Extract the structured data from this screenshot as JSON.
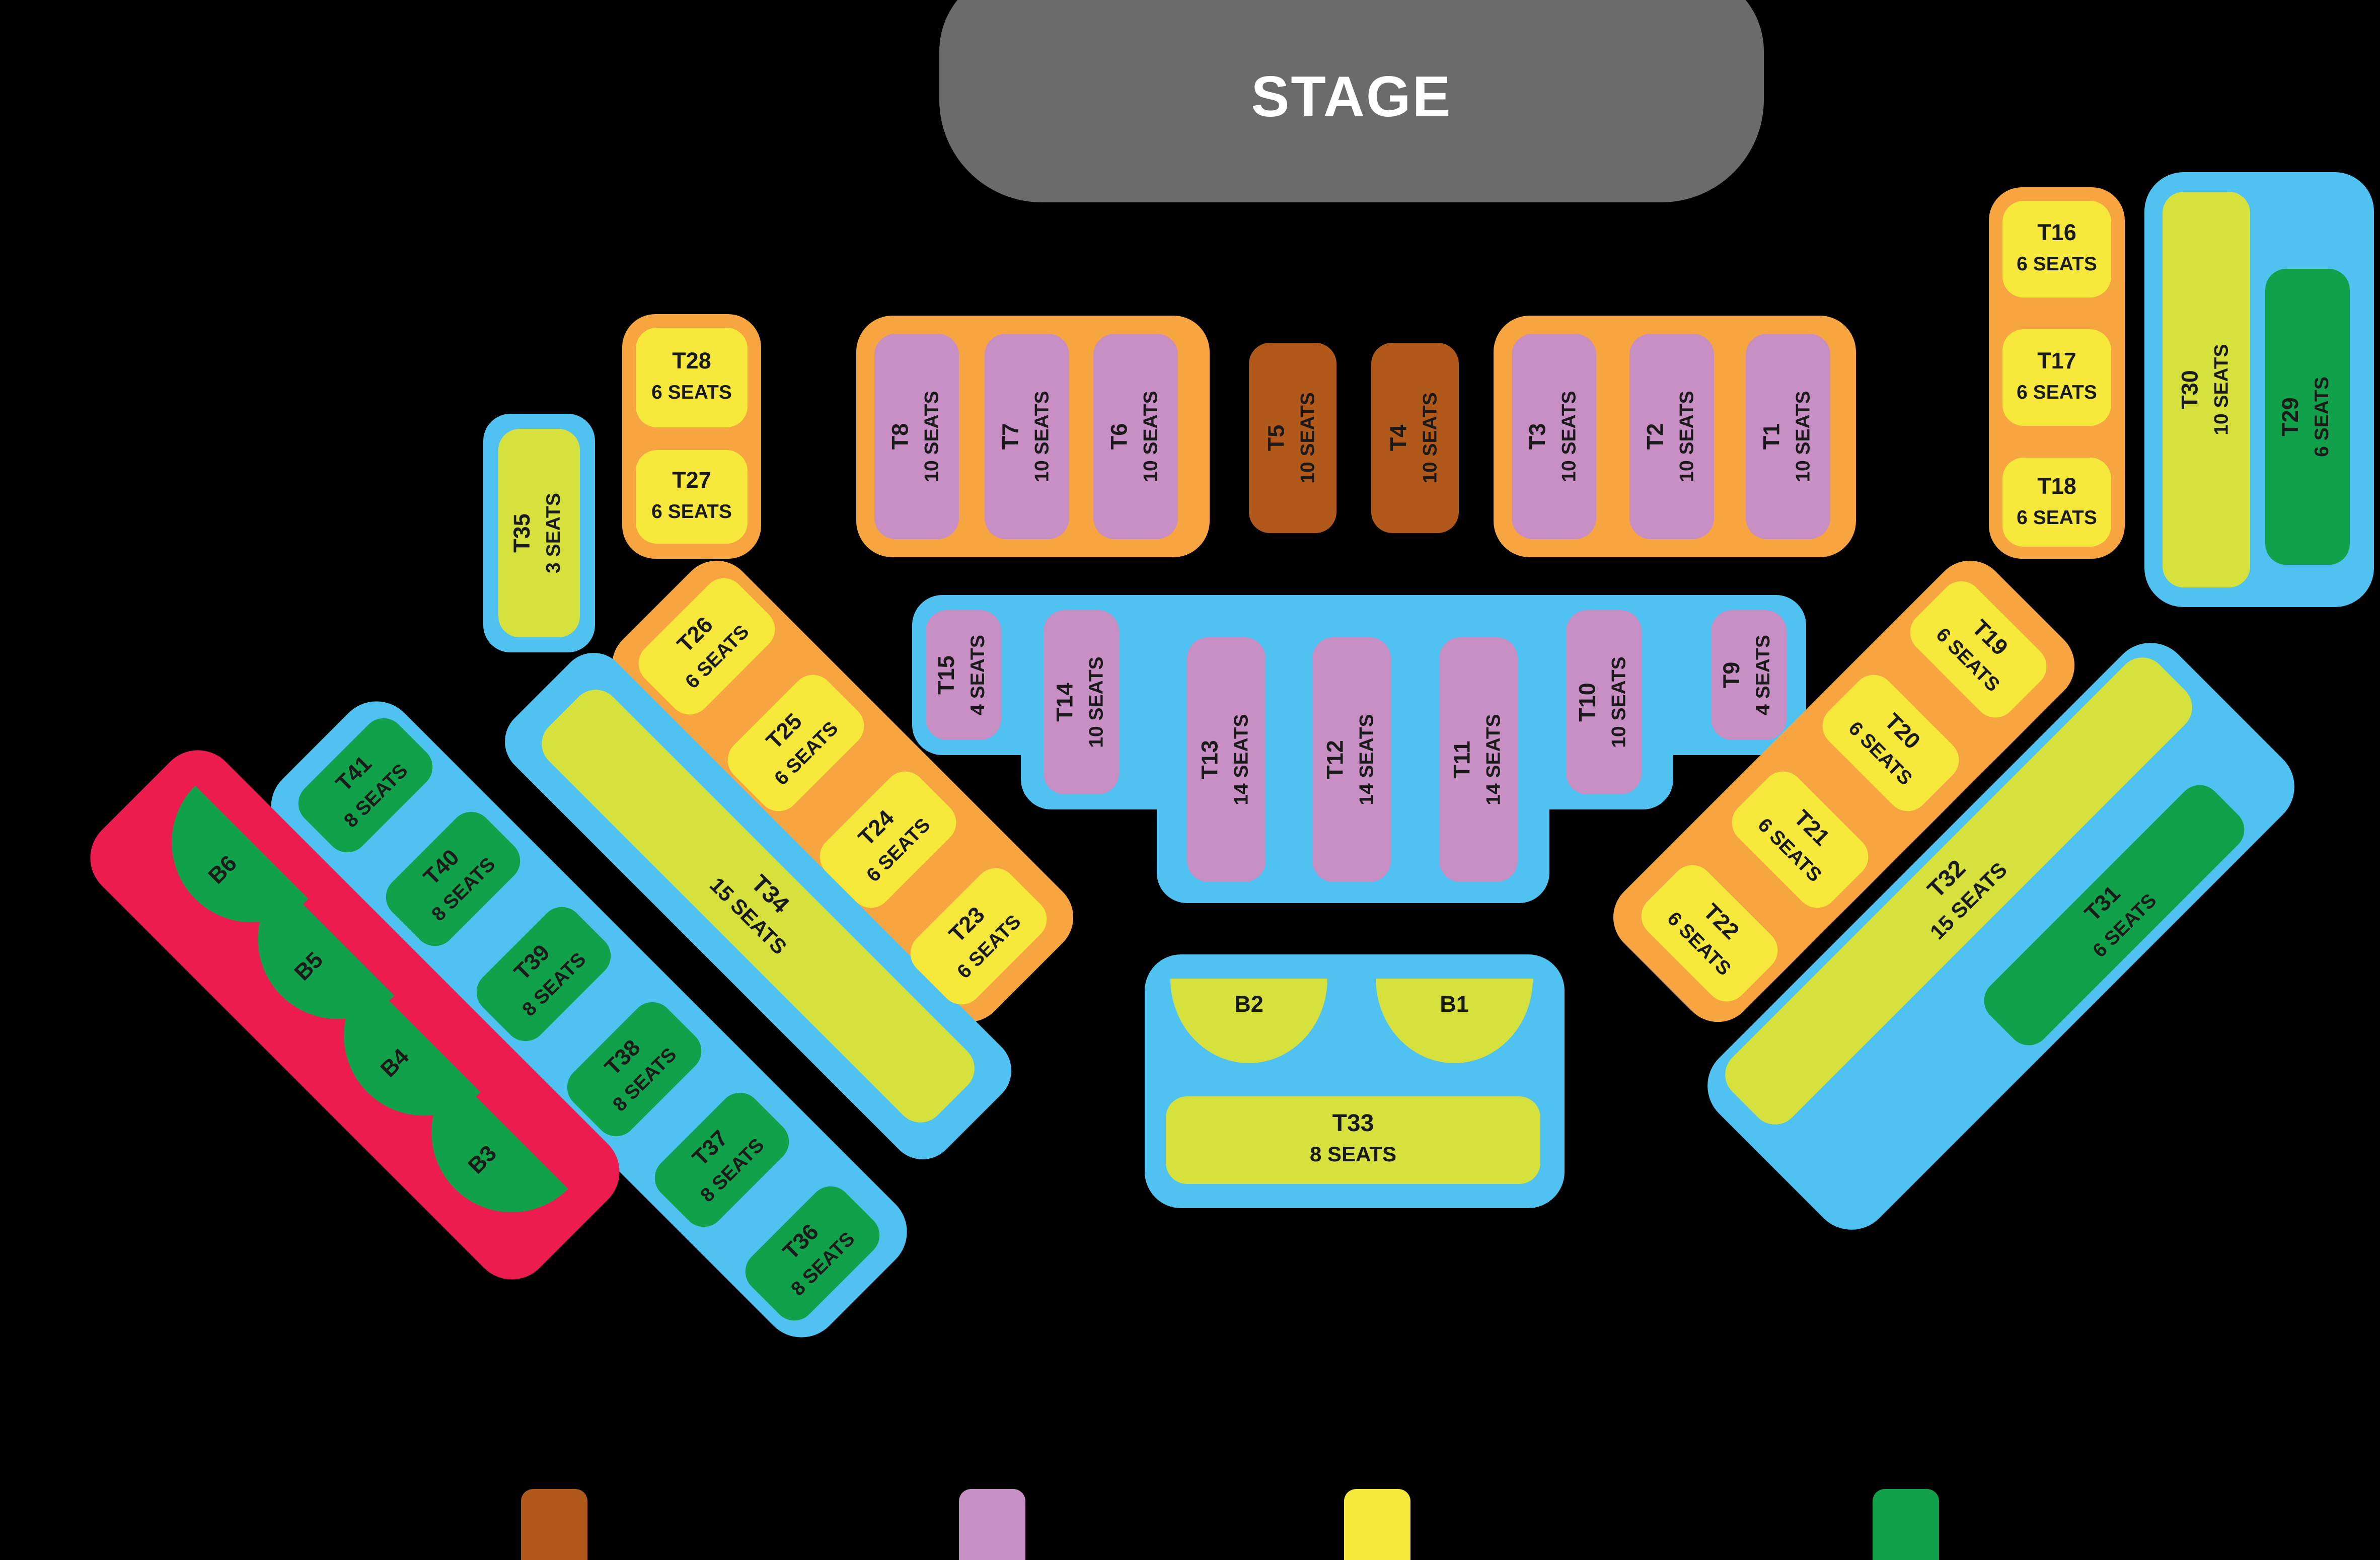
{
  "stage": {
    "label": "STAGE"
  },
  "colors": {
    "background": "#000000",
    "stage": "#6B6B6B",
    "section_blue": "#4FC2F1",
    "section_orange": "#F7A540",
    "section_red": "#ED1C4F",
    "table_yellow": "#F6E93C",
    "table_pink": "#C78FC3",
    "table_brown": "#B0591A",
    "table_lime": "#D6E13D",
    "table_green": "#12A14B"
  },
  "tables": {
    "t1": {
      "name": "T1",
      "seats": "10 SEATS"
    },
    "t2": {
      "name": "T2",
      "seats": "10 SEATS"
    },
    "t3": {
      "name": "T3",
      "seats": "10 SEATS"
    },
    "t4": {
      "name": "T4",
      "seats": "10 SEATS"
    },
    "t5": {
      "name": "T5",
      "seats": "10 SEATS"
    },
    "t6": {
      "name": "T6",
      "seats": "10 SEATS"
    },
    "t7": {
      "name": "T7",
      "seats": "10 SEATS"
    },
    "t8": {
      "name": "T8",
      "seats": "10 SEATS"
    },
    "t9": {
      "name": "T9",
      "seats": "4 SEATS"
    },
    "t10": {
      "name": "T10",
      "seats": "10 SEATS"
    },
    "t11": {
      "name": "T11",
      "seats": "14 SEATS"
    },
    "t12": {
      "name": "T12",
      "seats": "14 SEATS"
    },
    "t13": {
      "name": "T13",
      "seats": "14 SEATS"
    },
    "t14": {
      "name": "T14",
      "seats": "10 SEATS"
    },
    "t15": {
      "name": "T15",
      "seats": "4 SEATS"
    },
    "t16": {
      "name": "T16",
      "seats": "6 SEATS"
    },
    "t17": {
      "name": "T17",
      "seats": "6 SEATS"
    },
    "t18": {
      "name": "T18",
      "seats": "6 SEATS"
    },
    "t19": {
      "name": "T19",
      "seats": "6 SEATS"
    },
    "t20": {
      "name": "T20",
      "seats": "6 SEATS"
    },
    "t21": {
      "name": "T21",
      "seats": "6 SEATS"
    },
    "t22": {
      "name": "T22",
      "seats": "6 SEATS"
    },
    "t23": {
      "name": "T23",
      "seats": "6 SEATS"
    },
    "t24": {
      "name": "T24",
      "seats": "6 SEATS"
    },
    "t25": {
      "name": "T25",
      "seats": "6 SEATS"
    },
    "t26": {
      "name": "T26",
      "seats": "6 SEATS"
    },
    "t27": {
      "name": "T27",
      "seats": "6 SEATS"
    },
    "t28": {
      "name": "T28",
      "seats": "6 SEATS"
    },
    "t29": {
      "name": "T29",
      "seats": "6 SEATS"
    },
    "t30": {
      "name": "T30",
      "seats": "10 SEATS"
    },
    "t31": {
      "name": "T31",
      "seats": "6 SEATS"
    },
    "t32": {
      "name": "T32",
      "seats": "15 SEATS"
    },
    "t33": {
      "name": "T33",
      "seats": "8 SEATS"
    },
    "t34": {
      "name": "T34",
      "seats": "15 SEATS"
    },
    "t35": {
      "name": "T35",
      "seats": "3 SEATS"
    },
    "t36": {
      "name": "T36",
      "seats": "8 SEATS"
    },
    "t37": {
      "name": "T37",
      "seats": "8 SEATS"
    },
    "t38": {
      "name": "T38",
      "seats": "8 SEATS"
    },
    "t39": {
      "name": "T39",
      "seats": "8 SEATS"
    },
    "t40": {
      "name": "T40",
      "seats": "8 SEATS"
    },
    "t41": {
      "name": "T41",
      "seats": "8 SEATS"
    }
  },
  "booths": {
    "b1": {
      "name": "B1"
    },
    "b2": {
      "name": "B2"
    },
    "b3": {
      "name": "B3"
    },
    "b4": {
      "name": "B4"
    },
    "b5": {
      "name": "B5"
    },
    "b6": {
      "name": "B6"
    }
  },
  "legend": {
    "swatches": [
      {
        "name": "brown",
        "color": "#B0591A"
      },
      {
        "name": "pink",
        "color": "#C78FC3"
      },
      {
        "name": "yellow",
        "color": "#F6E93C"
      },
      {
        "name": "green",
        "color": "#12A14B"
      }
    ]
  }
}
